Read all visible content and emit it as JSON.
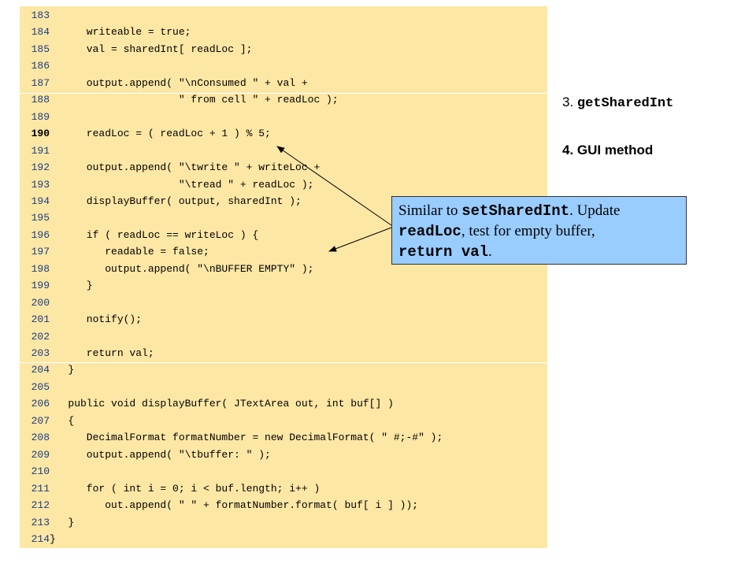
{
  "code_lines": [
    {
      "num": "183",
      "text": ""
    },
    {
      "num": "184",
      "text": "      writeable = true;"
    },
    {
      "num": "185",
      "text": "      val = sharedInt[ readLoc ];"
    },
    {
      "num": "186",
      "text": ""
    },
    {
      "num": "187",
      "text": "      output.append( \"\\nConsumed \" + val +"
    },
    {
      "num": "188",
      "text": "                     \" from cell \" + readLoc );"
    },
    {
      "num": "189",
      "text": ""
    },
    {
      "num": "190",
      "text": "      readLoc = ( readLoc + 1 ) % 5;",
      "bold": true
    },
    {
      "num": "191",
      "text": ""
    },
    {
      "num": "192",
      "text": "      output.append( \"\\twrite \" + writeLoc +"
    },
    {
      "num": "193",
      "text": "                     \"\\tread \" + readLoc );"
    },
    {
      "num": "194",
      "text": "      displayBuffer( output, sharedInt );"
    },
    {
      "num": "195",
      "text": ""
    },
    {
      "num": "196",
      "text": "      if ( readLoc == writeLoc ) {"
    },
    {
      "num": "197",
      "text": "         readable = false;"
    },
    {
      "num": "198",
      "text": "         output.append( \"\\nBUFFER EMPTY\" );"
    },
    {
      "num": "199",
      "text": "      }"
    },
    {
      "num": "200",
      "text": ""
    },
    {
      "num": "201",
      "text": "      notify();"
    },
    {
      "num": "202",
      "text": ""
    },
    {
      "num": "203",
      "text": "      return val;"
    },
    {
      "num": "204",
      "text": "   }"
    },
    {
      "num": "205",
      "text": ""
    },
    {
      "num": "206",
      "text": "   public void displayBuffer( JTextArea out, int buf[] )"
    },
    {
      "num": "207",
      "text": "   {"
    },
    {
      "num": "208",
      "text": "      DecimalFormat formatNumber = new DecimalFormat( \" #;-#\" );"
    },
    {
      "num": "209",
      "text": "      output.append( \"\\tbuffer: \" );"
    },
    {
      "num": "210",
      "text": ""
    },
    {
      "num": "211",
      "text": "      for ( int i = 0; i < buf.length; i++ )"
    },
    {
      "num": "212",
      "text": "         out.append( \" \" + formatNumber.format( buf[ i ] ));"
    },
    {
      "num": "213",
      "text": "   }"
    },
    {
      "num": "214",
      "text": "}"
    }
  ],
  "outline": {
    "item3_prefix": "3. ",
    "item3_code": "getSharedInt",
    "item4": "4. GUI method"
  },
  "callout": {
    "t1": "Similar to ",
    "c1": "setSharedInt",
    "t2": ". Update",
    "c2": "readLoc",
    "t3": ", test for empty buffer,",
    "c3": "return val",
    "t4": "."
  },
  "colors": {
    "code_background": "#fde7a5",
    "line_number": "#1b3d84",
    "callout_background": "#99ccff"
  }
}
